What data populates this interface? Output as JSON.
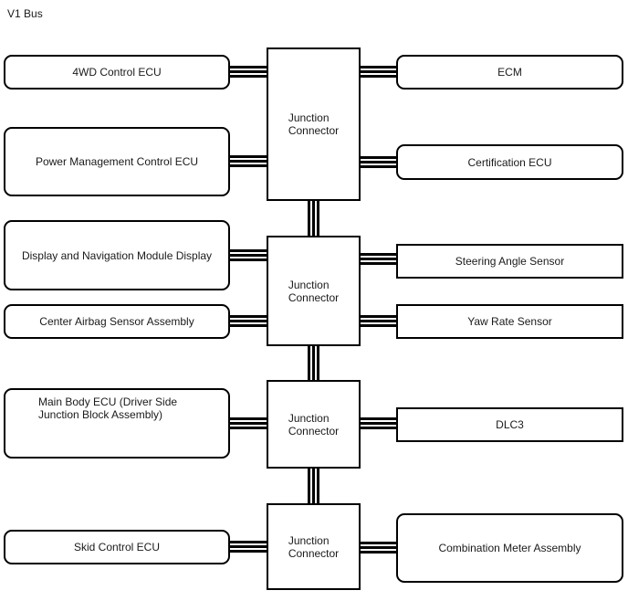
{
  "diagram": {
    "title": "V1 Bus",
    "type": "communication-bus-wiring-diagram"
  },
  "junction_label": {
    "line1": "Junction",
    "line2": "Connector"
  },
  "left_nodes": [
    {
      "label": "4WD Control ECU",
      "shape": "rounded"
    },
    {
      "label": "Power Management Control ECU",
      "shape": "rounded"
    },
    {
      "label": "Display and Navigation Module Display",
      "shape": "rounded"
    },
    {
      "label": "Center Airbag Sensor Assembly",
      "shape": "rounded"
    },
    {
      "label": "Main Body ECU (Driver Side Junction Block Assembly)",
      "shape": "rounded"
    },
    {
      "label": "Skid Control ECU",
      "shape": "rounded"
    }
  ],
  "right_nodes": [
    {
      "label": "ECM",
      "shape": "rounded"
    },
    {
      "label": "Certification ECU",
      "shape": "rounded"
    },
    {
      "label": "Steering Angle Sensor",
      "shape": "rectangle"
    },
    {
      "label": "Yaw Rate Sensor",
      "shape": "rectangle"
    },
    {
      "label": "DLC3",
      "shape": "rectangle"
    },
    {
      "label": "Combination Meter Assembly",
      "shape": "rounded"
    }
  ],
  "junctions": [
    {
      "name": "Junction Connector 1"
    },
    {
      "name": "Junction Connector 2"
    },
    {
      "name": "Junction Connector 3"
    },
    {
      "name": "Junction Connector 4"
    }
  ],
  "connections": [
    {
      "from": "4WD Control ECU",
      "to": "Junction Connector 1"
    },
    {
      "from": "Power Management Control ECU",
      "to": "Junction Connector 1"
    },
    {
      "from": "ECM",
      "to": "Junction Connector 1"
    },
    {
      "from": "Certification ECU",
      "to": "Junction Connector 1"
    },
    {
      "from": "Display and Navigation Module Display",
      "to": "Junction Connector 2"
    },
    {
      "from": "Center Airbag Sensor Assembly",
      "to": "Junction Connector 2"
    },
    {
      "from": "Steering Angle Sensor",
      "to": "Junction Connector 2"
    },
    {
      "from": "Yaw Rate Sensor",
      "to": "Junction Connector 2"
    },
    {
      "from": "Main Body ECU (Driver Side Junction Block Assembly)",
      "to": "Junction Connector 3"
    },
    {
      "from": "DLC3",
      "to": "Junction Connector 3"
    },
    {
      "from": "Skid Control ECU",
      "to": "Junction Connector 4"
    },
    {
      "from": "Combination Meter Assembly",
      "to": "Junction Connector 4"
    },
    {
      "from": "Junction Connector 1",
      "to": "Junction Connector 2"
    },
    {
      "from": "Junction Connector 2",
      "to": "Junction Connector 3"
    },
    {
      "from": "Junction Connector 3",
      "to": "Junction Connector 4"
    }
  ],
  "colors": {
    "line": "#000000",
    "background": "#ffffff"
  }
}
